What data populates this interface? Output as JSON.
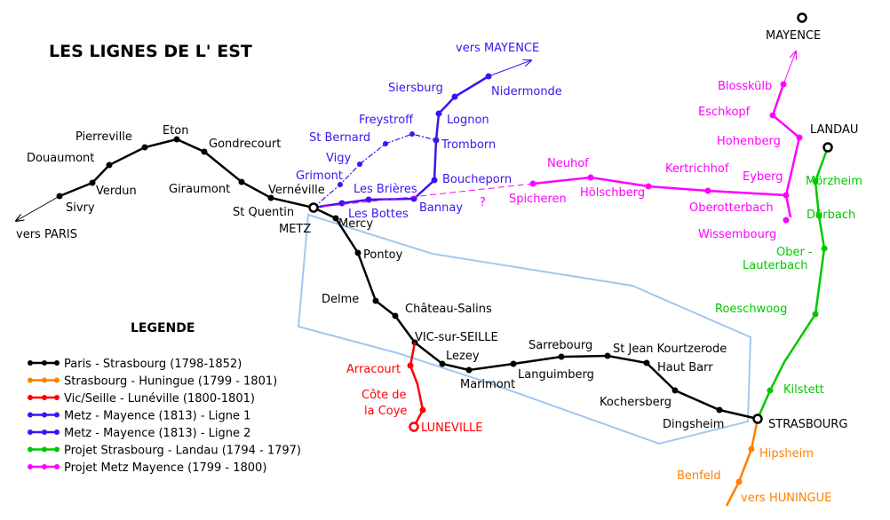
{
  "title": "LES LIGNES DE L' EST",
  "legend": {
    "title": "LEGENDE",
    "items": [
      {
        "label": "Paris - Strasbourg (1798-1852)",
        "color": "#000000"
      },
      {
        "label": "Strasbourg - Huningue (1799 - 1801)",
        "color": "#ff8000"
      },
      {
        "label": "Vic/Seille - Lunéville (1800-1801)",
        "color": "#ff0000"
      },
      {
        "label": "Metz - Mayence (1813) - Ligne 1",
        "color": "#3c14f0"
      },
      {
        "label": "Metz - Mayence (1813) - Ligne 2",
        "color": "#3c14f0"
      },
      {
        "label": "Projet Strasbourg - Landau (1794 - 1797)",
        "color": "#00c800"
      },
      {
        "label": "Projet Metz Mayence (1799 - 1800)",
        "color": "#ff00ff"
      }
    ]
  },
  "colors": {
    "black": "#000000",
    "orange": "#ff8000",
    "red": "#ff0000",
    "blue": "#3c14f0",
    "green": "#00c800",
    "magenta": "#ff00ff",
    "region": "#a0c8f0"
  },
  "labels": {
    "vers_paris": "vers PARIS",
    "sivry": "Sivry",
    "verdun": "Verdun",
    "douaumont": "Douaumont",
    "pierreville": "Pierreville",
    "eton": "Eton",
    "gondrecourt": "Gondrecourt",
    "giraumont": "Giraumont",
    "verneville": "Vernéville",
    "st_quentin": "St Quentin",
    "metz": "METZ",
    "mercy": "Mercy",
    "pontoy": "Pontoy",
    "delme": "Delme",
    "chateau_salins": "Château-Salins",
    "vic": "VIC-sur-SEILLE",
    "lezey": "Lezey",
    "marimont": "Marimont",
    "languimberg": "Languimberg",
    "sarrebourg": "Sarrebourg",
    "st_jean": "St Jean Kourtzerode",
    "haut_barr": "Haut Barr",
    "kochersberg": "Kochersberg",
    "dingsheim": "Dingsheim",
    "strasbourg": "STRASBOURG",
    "arracourt": "Arracourt",
    "cote_de": "Côte de",
    "la_coye": "la Coye",
    "luneville": "LUNEVILLE",
    "vers_mayence": "vers MAYENCE",
    "siersburg": "Siersburg",
    "nidermonde": "Nidermonde",
    "lognon": "Lognon",
    "tromborn": "Tromborn",
    "boucheporn": "Boucheporn",
    "bannay": "Bannay",
    "freystroff": "Freystroff",
    "st_bernard": "St Bernard",
    "vigy": "Vigy",
    "grimont": "Grimont",
    "les_brieres": "Les Brières",
    "les_bottes": "Les Bottes",
    "question": "?",
    "spicheren": "Spicheren",
    "neuhof": "Neuhof",
    "holschberg": "Hölschberg",
    "kertrichhof": "Kertrichhof",
    "eyberg": "Eyberg",
    "oberotterbach": "Oberotterbach",
    "wissembourg": "Wissembourg",
    "hohenberg": "Hohenberg",
    "eschkopf": "Eschkopf",
    "blosskulb": "Blosskülb",
    "mayence": "MAYENCE",
    "landau": "LANDAU",
    "morzheim": "Mörzheim",
    "durbach": "Dürbach",
    "ober": "Ober -",
    "lauterbach": "Lauterbach",
    "roeschwoog": "Roeschwoog",
    "kilstett": "Kilstett",
    "hipsheim": "Hipsheim",
    "benfeld": "Benfeld",
    "vers_huningue": "vers HUNINGUE"
  }
}
